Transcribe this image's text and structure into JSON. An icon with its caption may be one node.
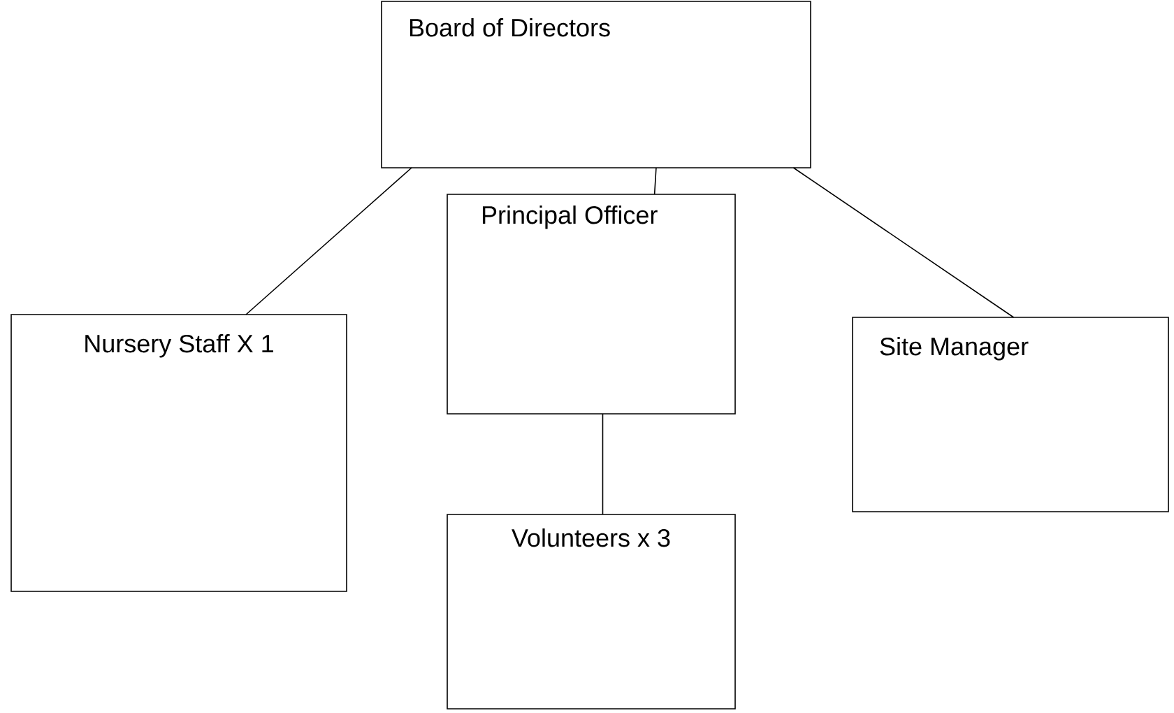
{
  "diagram": {
    "nodes": [
      {
        "text": [
          "Board of Directors"
        ]
      },
      {
        "text": [
          "Principal Officer"
        ]
      },
      {
        "text": [
          "Nursery Staff X 1"
        ]
      },
      {
        "text": [
          "Site Manager"
        ]
      },
      {
        "text": [
          "Volunteers x 3"
        ]
      }
    ],
    "edges": [
      {
        "from": 0,
        "to": 2,
        "arrow": "none"
      },
      {
        "from": 0,
        "to": 1,
        "arrow": "none"
      },
      {
        "from": 0,
        "to": 3,
        "arrow": "none"
      },
      {
        "from": 1,
        "to": 4,
        "arrow": "none"
      }
    ]
  }
}
